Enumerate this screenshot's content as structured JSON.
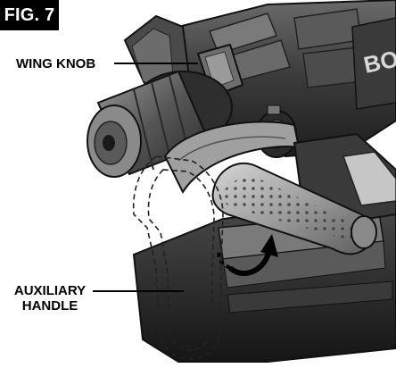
{
  "figure": {
    "label": "FIG. 7",
    "callouts": {
      "wing_knob": "WING KNOB",
      "auxiliary_handle_line1": "AUXILIARY",
      "auxiliary_handle_line2": "HANDLE"
    },
    "brand_text": "BO",
    "colors": {
      "badge_bg": "#000000",
      "badge_text": "#ffffff",
      "tool_dark": "#2b2b2b",
      "tool_mid": "#5a5a5a",
      "tool_light": "#a8a8a8",
      "handle_grey": "#b9b9b9"
    }
  }
}
